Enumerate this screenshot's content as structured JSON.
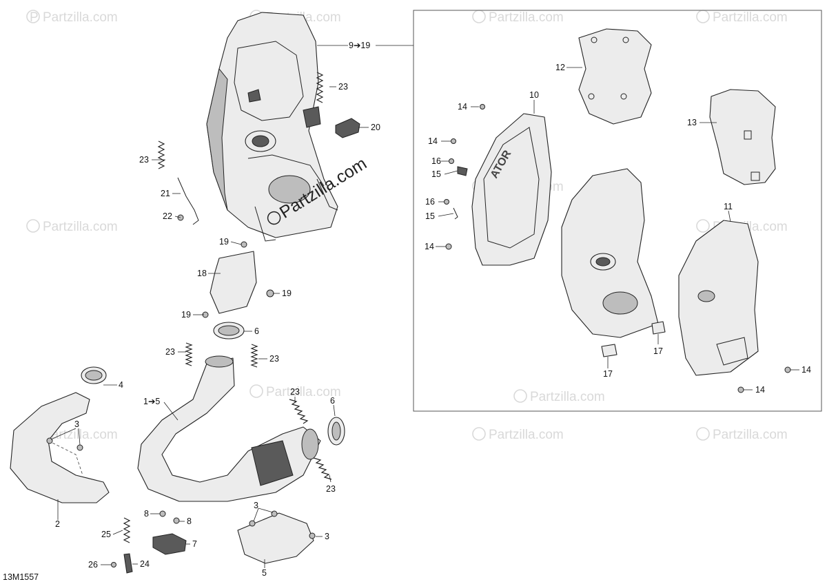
{
  "diagram_code": "13M1557",
  "watermark": {
    "text": "Partzilla.com",
    "center_text": "Partzilla.com"
  },
  "callouts": [
    {
      "id": "c-9-19",
      "text": "9➔19"
    },
    {
      "id": "c-23a",
      "text": "23"
    },
    {
      "id": "c-20",
      "text": "20"
    },
    {
      "id": "c-23b",
      "text": "23"
    },
    {
      "id": "c-21",
      "text": "21"
    },
    {
      "id": "c-22",
      "text": "22"
    },
    {
      "id": "c-19a",
      "text": "19"
    },
    {
      "id": "c-18",
      "text": "18"
    },
    {
      "id": "c-19b",
      "text": "19"
    },
    {
      "id": "c-19c",
      "text": "19"
    },
    {
      "id": "c-6a",
      "text": "6"
    },
    {
      "id": "c-23c",
      "text": "23"
    },
    {
      "id": "c-23d",
      "text": "23"
    },
    {
      "id": "c-4",
      "text": "4"
    },
    {
      "id": "c-1-5",
      "text": "1➔5"
    },
    {
      "id": "c-23e",
      "text": "23"
    },
    {
      "id": "c-6b",
      "text": "6"
    },
    {
      "id": "c-3a",
      "text": "3"
    },
    {
      "id": "c-23f",
      "text": "23"
    },
    {
      "id": "c-2",
      "text": "2"
    },
    {
      "id": "c-8a",
      "text": "8"
    },
    {
      "id": "c-8b",
      "text": "8"
    },
    {
      "id": "c-25",
      "text": "25"
    },
    {
      "id": "c-7",
      "text": "7"
    },
    {
      "id": "c-3b",
      "text": "3"
    },
    {
      "id": "c-3c",
      "text": "3"
    },
    {
      "id": "c-26",
      "text": "26"
    },
    {
      "id": "c-24",
      "text": "24"
    },
    {
      "id": "c-5",
      "text": "5"
    },
    {
      "id": "c-12",
      "text": "12"
    },
    {
      "id": "c-10",
      "text": "10"
    },
    {
      "id": "c-14a",
      "text": "14"
    },
    {
      "id": "c-13",
      "text": "13"
    },
    {
      "id": "c-14b",
      "text": "14"
    },
    {
      "id": "c-16a",
      "text": "16"
    },
    {
      "id": "c-15a",
      "text": "15"
    },
    {
      "id": "c-16b",
      "text": "16"
    },
    {
      "id": "c-15b",
      "text": "15"
    },
    {
      "id": "c-11",
      "text": "11"
    },
    {
      "id": "c-14c",
      "text": "14"
    },
    {
      "id": "c-17a",
      "text": "17"
    },
    {
      "id": "c-17b",
      "text": "17"
    },
    {
      "id": "c-14d",
      "text": "14"
    },
    {
      "id": "c-14e",
      "text": "14"
    }
  ]
}
